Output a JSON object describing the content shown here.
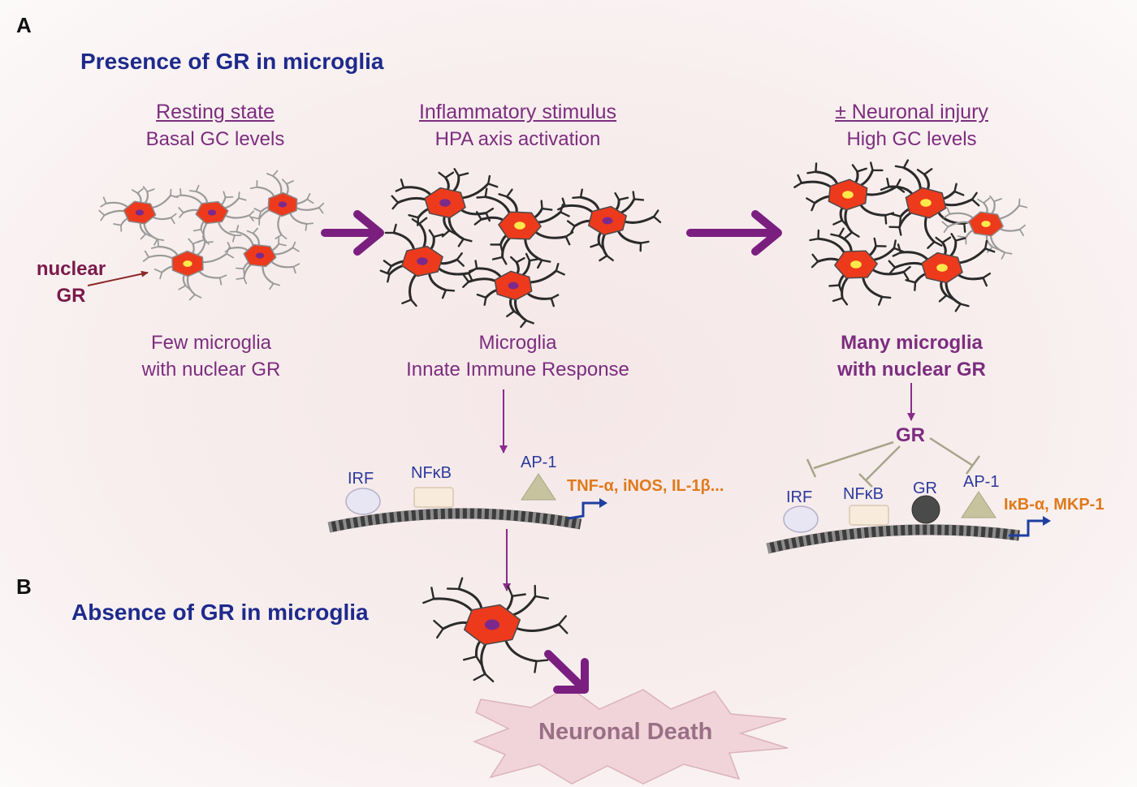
{
  "panel_a": {
    "letter": "A",
    "title": "Presence of GR in microglia",
    "resting": {
      "heading": "Resting state",
      "sub": "Basal GC levels",
      "desc_1": "Few microglia",
      "desc_2": "with nuclear GR"
    },
    "inflammatory": {
      "heading": "Inflammatory stimulus",
      "sub": "HPA axis activation",
      "desc_1": "Microglia",
      "desc_2": "Innate Immune Response"
    },
    "injury": {
      "heading": "± Neuronal injury",
      "sub": "High GC levels",
      "desc_1": "Many microglia",
      "desc_2": "with nuclear GR"
    },
    "nuclear_gr_1": "nuclear",
    "nuclear_gr_2": "GR",
    "left_dna": {
      "tf_1": "IRF",
      "tf_2": "NFκB",
      "tf_3": "AP-1",
      "genes": "TNF-α, iNOS, IL-1β..."
    },
    "right_dna": {
      "hub": "GR",
      "tf_1": "IRF",
      "tf_2": "NFκB",
      "tf_3": "GR",
      "tf_4": "AP-1",
      "genes": "IκB-α, MKP-1"
    }
  },
  "panel_b": {
    "letter": "B",
    "title": "Absence of GR in microglia",
    "outcome": "Neuronal Death"
  },
  "colors": {
    "title_blue": "#1e2a8c",
    "purple": "#7c2d7e",
    "arrow_purple": "#7a1f7f",
    "cell_red": "#ee3a1c",
    "gene_orange": "#e07a1b",
    "tf_blue": "#2b3a9c"
  },
  "icons": [
    "microglia-cell-icon",
    "dna-helix-icon",
    "right-arrow-icon",
    "inhibition-bar-icon",
    "starburst-icon"
  ]
}
